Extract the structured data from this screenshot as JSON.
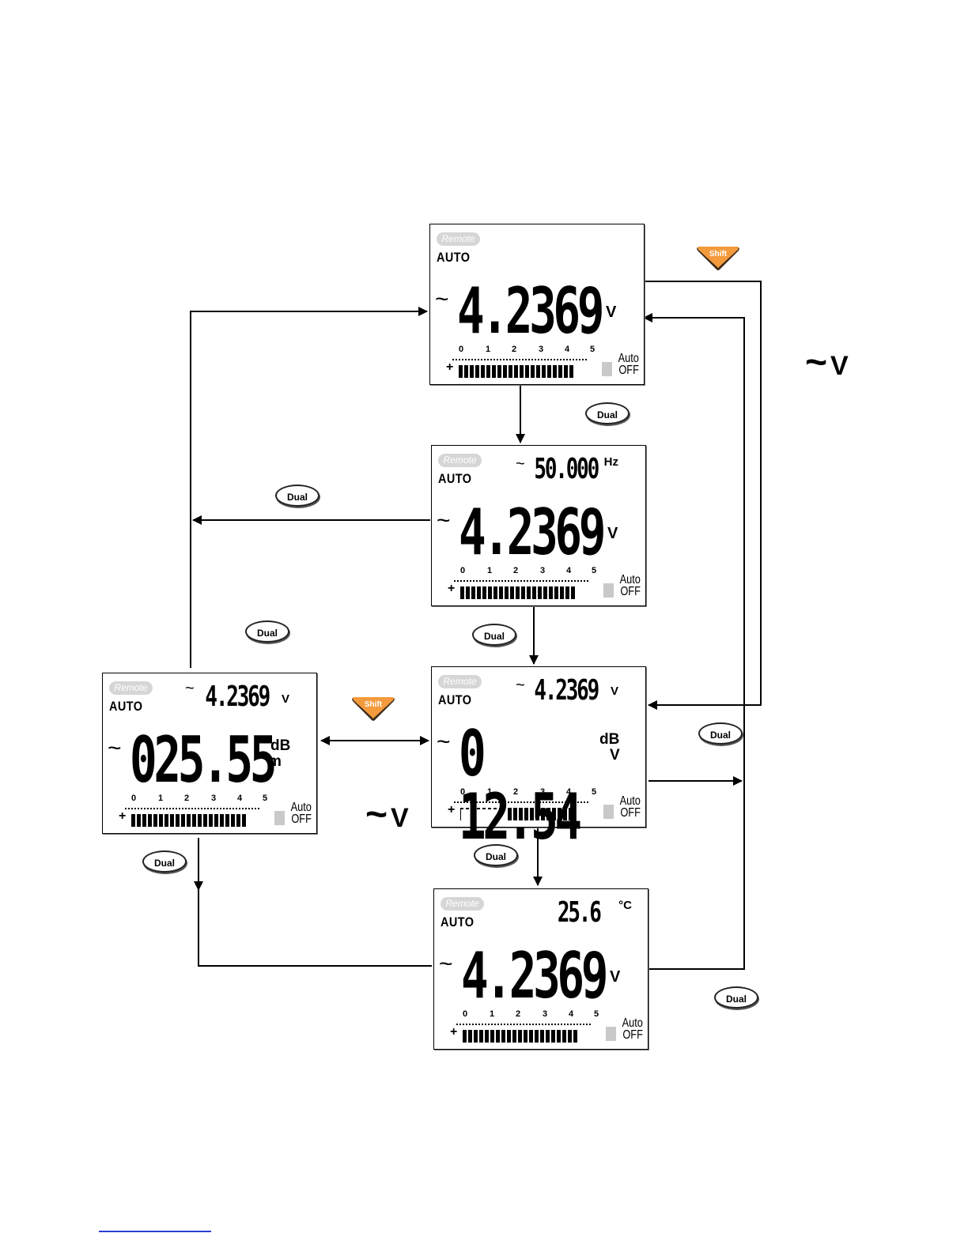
{
  "buttons": {
    "dual": "Dual",
    "shift": "Shift",
    "shift_color": "#f39a3c"
  },
  "screens": {
    "s1": {
      "remote": "Remote",
      "auto": "AUTO",
      "primary": "4.2369",
      "primary_unit": "V",
      "auto_off": [
        "Auto",
        "OFF"
      ]
    },
    "s2": {
      "remote": "Remote",
      "auto": "AUTO",
      "secondary": "50.000",
      "secondary_unit": "Hz",
      "primary": "4.2369",
      "primary_unit": "V",
      "auto_off": [
        "Auto",
        "OFF"
      ]
    },
    "s3": {
      "remote": "Remote",
      "auto": "AUTO",
      "secondary": "4.2369",
      "secondary_unit": "V",
      "primary": "0 12.54",
      "primary_unit": "dB",
      "primary_unit_sub": "V",
      "auto_off": [
        "Auto",
        "OFF"
      ]
    },
    "s4": {
      "remote": "Remote",
      "auto": "AUTO",
      "secondary": "4.2369",
      "secondary_unit": "V",
      "primary": "025.55",
      "primary_unit": "dB",
      "primary_unit_sub": "m",
      "auto_off": [
        "Auto",
        "OFF"
      ]
    },
    "s5": {
      "remote": "Remote",
      "auto": "AUTO",
      "secondary": "25.6",
      "secondary_unit": "°C",
      "primary": "4.2369",
      "primary_unit": "V",
      "auto_off": [
        "Auto",
        "OFF"
      ]
    }
  },
  "scale_ticks": [
    "0",
    "1",
    "2",
    "3",
    "4",
    "5"
  ],
  "mode_label": {
    "tilde": "~",
    "unit": "V"
  }
}
